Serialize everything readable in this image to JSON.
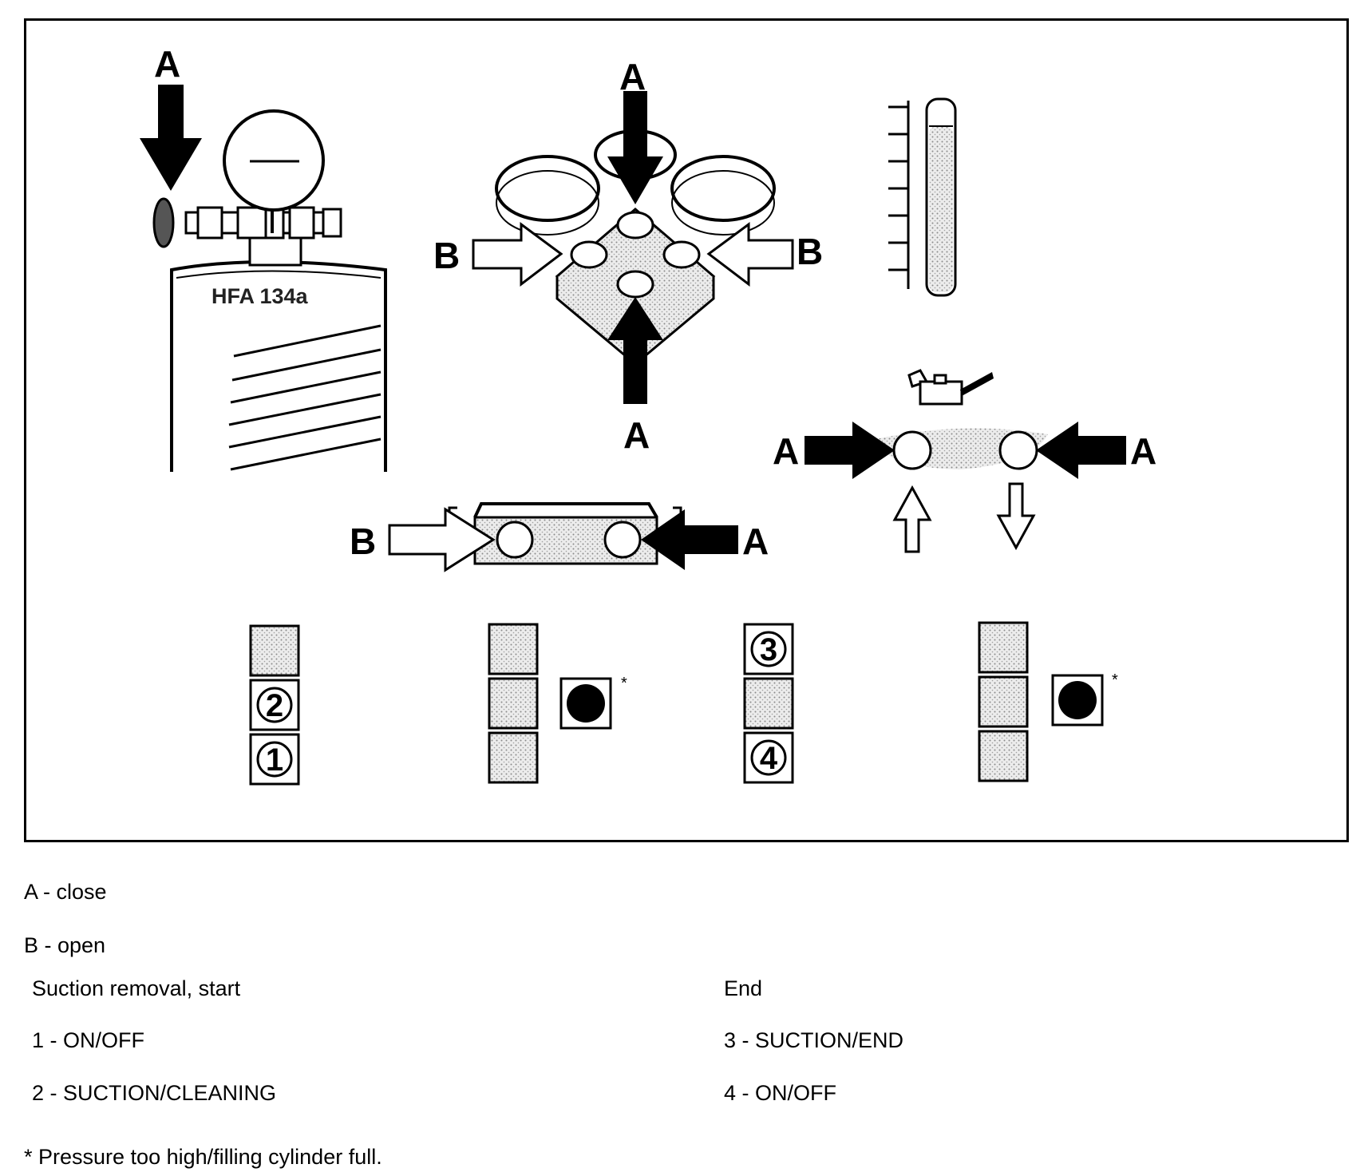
{
  "figure": {
    "cylinder_label": "HFA 134a",
    "label_a": "A",
    "label_b": "B",
    "buttons": {
      "panel1": [
        "",
        "2",
        "1"
      ],
      "panel3": [
        "3",
        "",
        "4"
      ]
    },
    "asterisk": "*"
  },
  "legend": {
    "a": "A - close",
    "b": "B - open"
  },
  "start": {
    "heading": "Suction removal, start",
    "item1": "1 - ON/OFF",
    "item2": "2 - SUCTION/CLEANING"
  },
  "end": {
    "heading": "End",
    "item3": "3 - SUCTION/END",
    "item4": "4 - ON/OFF"
  },
  "footnote": "* Pressure too high/filling cylinder full."
}
